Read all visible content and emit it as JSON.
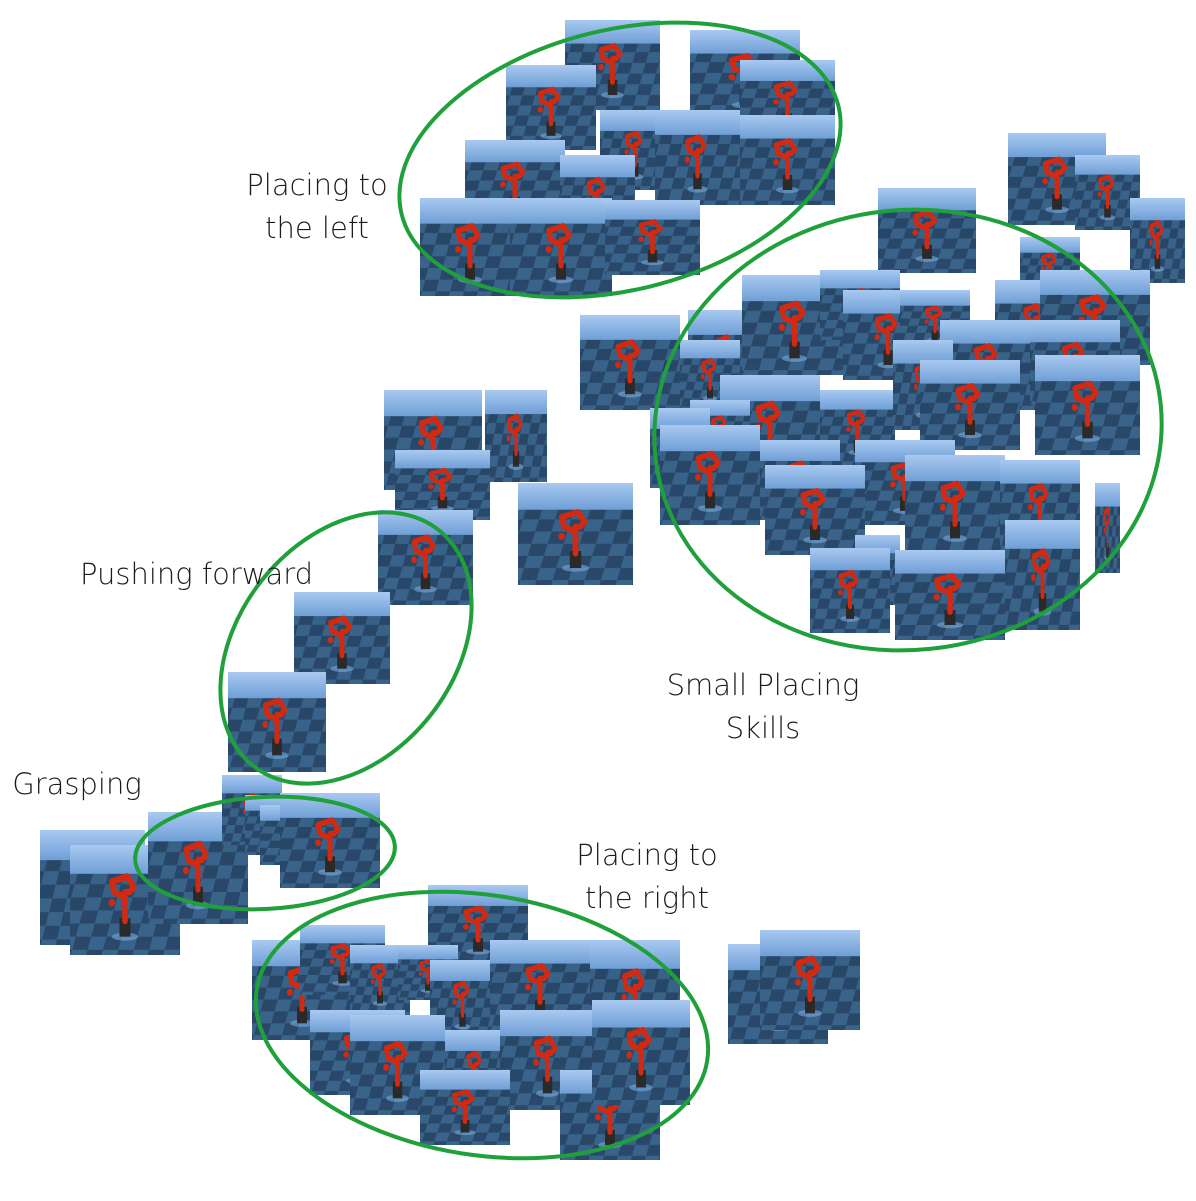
{
  "labels": {
    "placing_left": [
      "Placing to",
      "the left"
    ],
    "pushing_forward": [
      "Pushing forward"
    ],
    "small_placing": [
      "Small Placing",
      "Skills"
    ],
    "grasping": [
      "Grasping"
    ],
    "placing_right": [
      "Placing to",
      "the right"
    ]
  },
  "colors": {
    "ellipse": "#1fa03a",
    "sky": "#8fb6e6",
    "floor_dark": "#1a3147",
    "floor_light": "#3f6b93",
    "robot": "#d02a12",
    "robot_base": "#2a2a2a"
  }
}
